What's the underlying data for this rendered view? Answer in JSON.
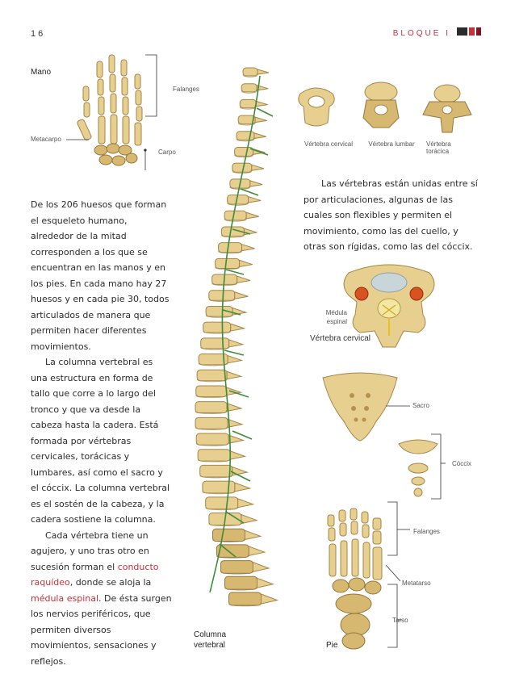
{
  "header": {
    "page_number": "16",
    "block": "BLOQUE I",
    "colors": {
      "accent_red": "#c8303a",
      "dark": "#2b2b2b",
      "bone": "#e6cf8f",
      "nerve": "#3f8c3a"
    }
  },
  "hand": {
    "title": "Mano",
    "falanges": "Falanges",
    "metacarpo": "Metacarpo",
    "carpo": "Carpo"
  },
  "vertebrae_top": {
    "cervical": "Vértebra cervical",
    "lumbar": "Vértebra lumbar",
    "toracica": "Vértebra torácica"
  },
  "body": {
    "p1": "De los 206 huesos que forman el esqueleto humano, alrededor de la mitad corresponden a los que se encuentran en las manos y en los pies. En cada mano hay 27 huesos y en cada pie 30, todos articulados de manera que permiten hacer diferentes movimientos.",
    "p2": "La columna vertebral es una estructura en forma de tallo que corre a lo largo del tronco y que va desde la cabeza hasta la cadera. Está formada por vértebras cervicales, torácicas y lumbares, así como el sacro y el cóccix. La columna vertebral es el sostén de la cabeza, y la cadera sostiene la columna.",
    "p3_a": "Cada vértebra tiene un agujero, y uno tras otro en sucesión forman el ",
    "p3_term1": "conducto raquídeo",
    "p3_b": ", donde se aloja la ",
    "p3_term2": "médula espinal",
    "p3_c": ". De ésta surgen los nervios periféricos, que permiten diversos movimientos, sensaciones y reflejos."
  },
  "right_text": {
    "p1": "Las vértebras están unidas entre sí por articulaciones, algunas de las cuales son flexibles y permiten el movimiento, como las del cuello, y otras son rígidas, como las del cóccix."
  },
  "cervical_detail": {
    "medula_line1": "Médula",
    "medula_line2": "espinal",
    "caption": "Vértebra cervical"
  },
  "pelvis": {
    "sacro": "Sacro",
    "coccix": "Cóccix"
  },
  "foot": {
    "falanges": "Falanges",
    "metatarso": "Metatarso",
    "tarso": "Tarso",
    "caption": "Pie"
  },
  "spine": {
    "caption_line1": "Columna",
    "caption_line2": "vertebral"
  }
}
